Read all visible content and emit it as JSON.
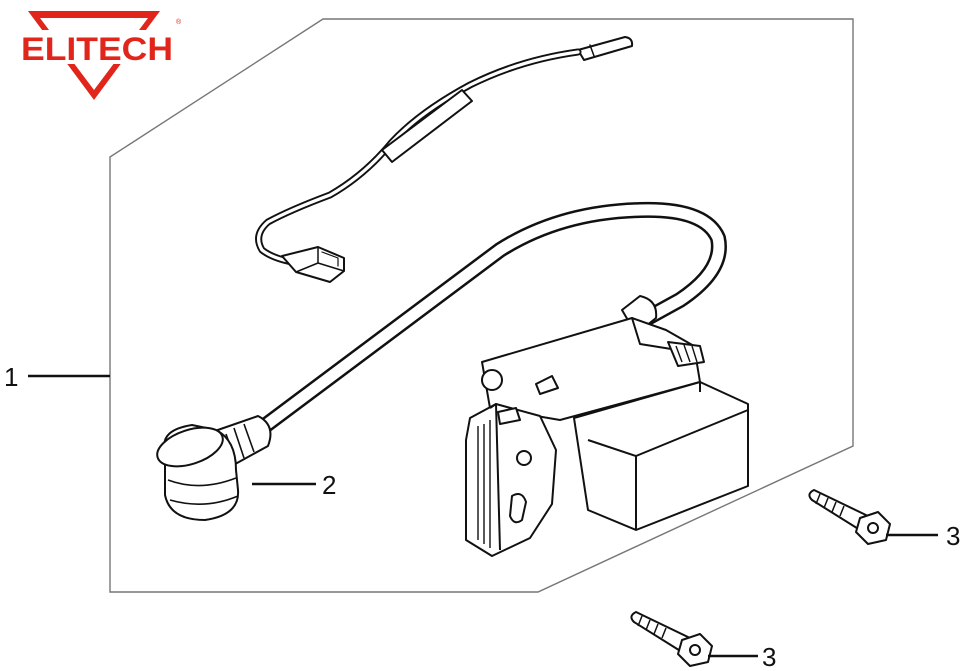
{
  "brand": {
    "name": "ELITECH",
    "color": "#e1251b"
  },
  "callouts": [
    {
      "number": "1",
      "part": "ignition-coil-assembly"
    },
    {
      "number": "2",
      "part": "spark-plug-cap"
    },
    {
      "number": "3",
      "part": "flange-bolt"
    },
    {
      "number": "3",
      "part": "flange-bolt"
    }
  ]
}
